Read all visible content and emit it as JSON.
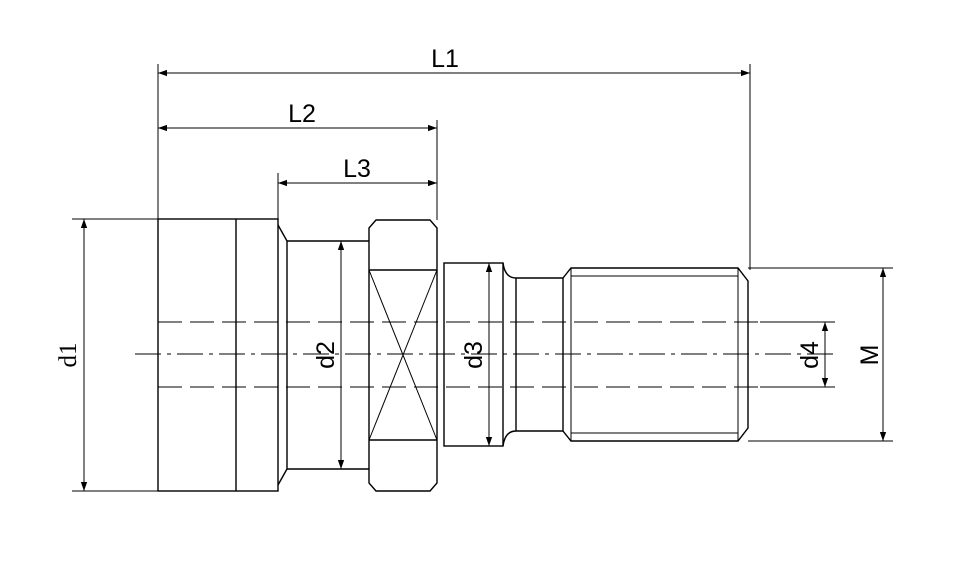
{
  "labels": {
    "L1": "L1",
    "L2": "L2",
    "L3": "L3",
    "d1": "d1",
    "d2": "d2",
    "d3": "d3",
    "d4": "d4",
    "M": "M"
  }
}
